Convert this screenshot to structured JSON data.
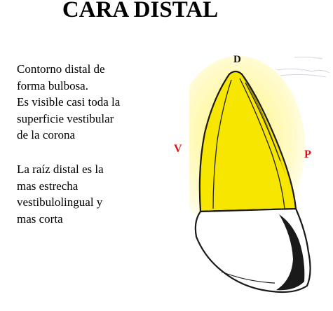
{
  "slide": {
    "title": "CARA DISTAL",
    "paragraph_1": [
      "Contorno distal de",
      "forma bulbosa.",
      "Es visible casi toda la",
      "superficie vestibular",
      "de la corona"
    ],
    "paragraph_2": [
      "La raíz distal es la",
      "mas estrecha",
      "vestibulolingual y",
      "mas corta"
    ]
  },
  "figure": {
    "label_top": "D",
    "label_left": "V",
    "label_right": "P"
  },
  "colors": {
    "crown_fill": "#f7e600",
    "label_red": "#e01010"
  }
}
